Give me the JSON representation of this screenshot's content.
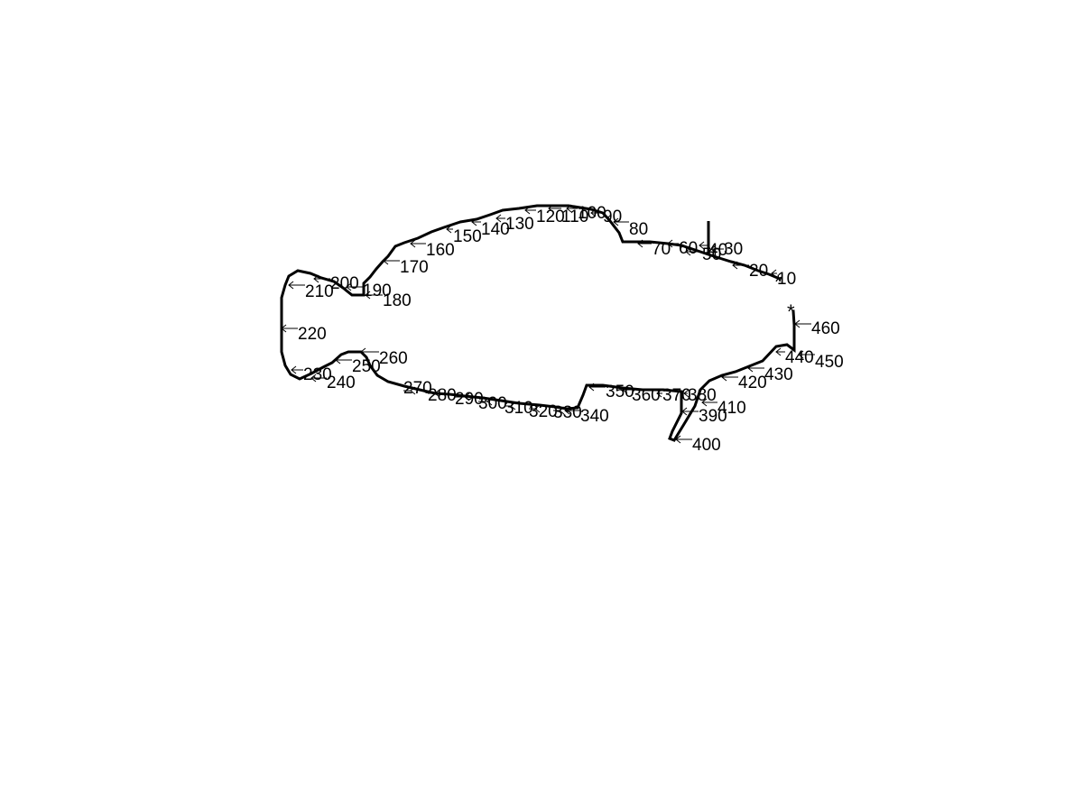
{
  "figure": {
    "background": "#ffffff",
    "contour_color": "#000000",
    "start_marker": {
      "symbol": "*",
      "color": "#00e000"
    },
    "end_marker": {
      "symbol": "*",
      "color": "#e00000"
    },
    "labels": [
      "10",
      "20",
      "30",
      "40",
      "50",
      "60",
      "70",
      "80",
      "90",
      "100",
      "110",
      "120",
      "130",
      "140",
      "150",
      "160",
      "170",
      "180",
      "190",
      "200",
      "210",
      "220",
      "230",
      "240",
      "250",
      "260",
      "270",
      "280",
      "290",
      "300",
      "310",
      "320",
      "330",
      "340",
      "350",
      "360",
      "370",
      "380",
      "390",
      "400",
      "410",
      "420",
      "430",
      "440",
      "450",
      "460"
    ]
  }
}
